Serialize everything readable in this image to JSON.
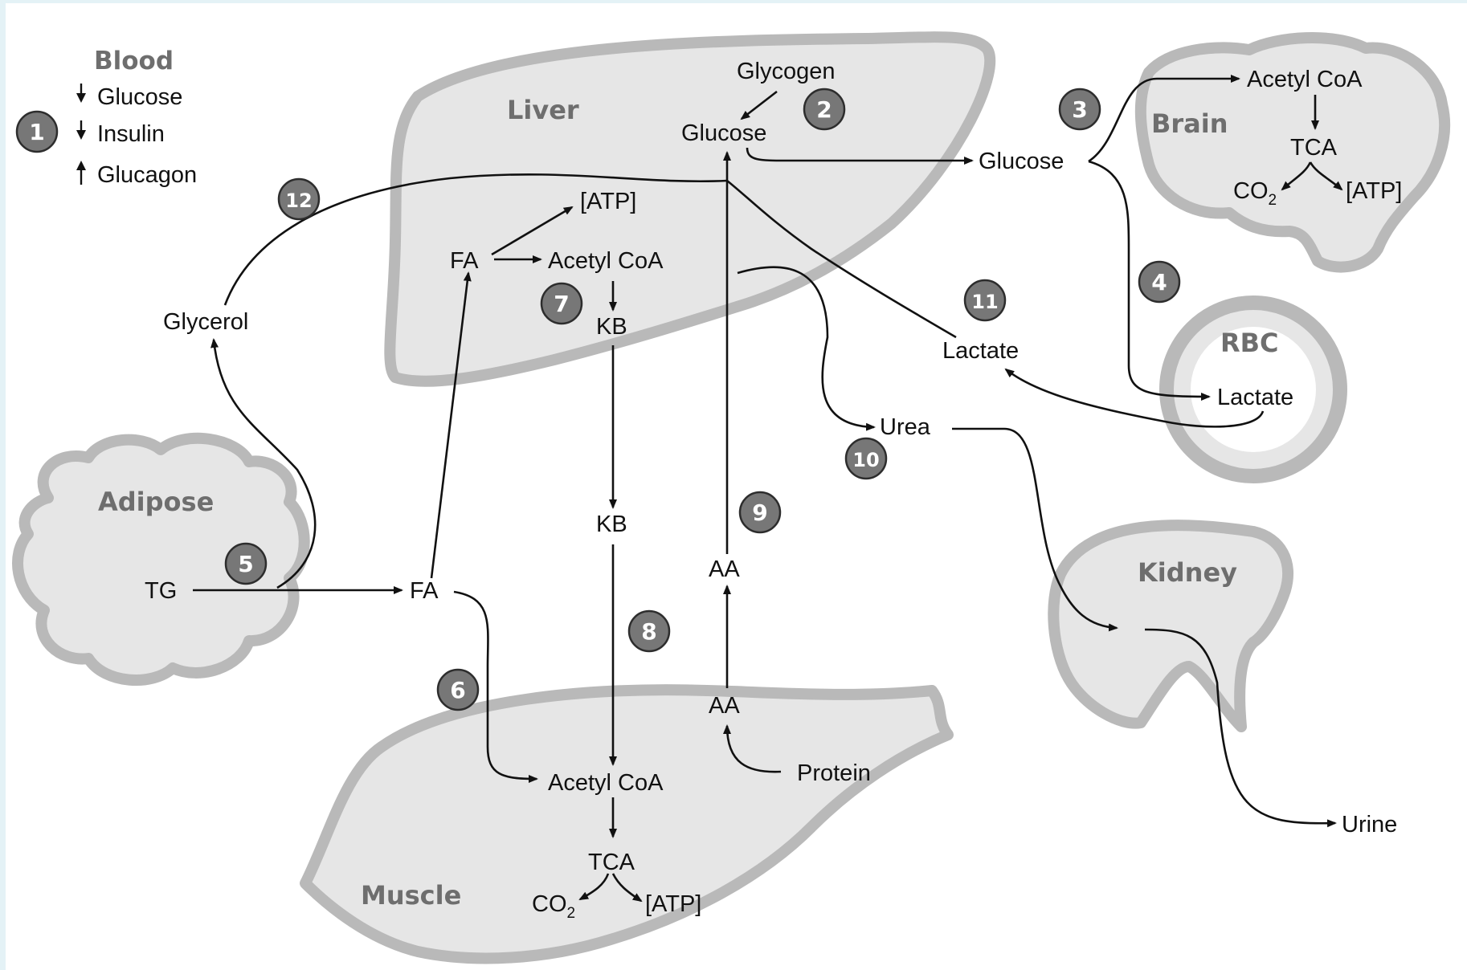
{
  "legend": {
    "heading": "Blood",
    "step": "1",
    "items": [
      "Glucose",
      "Insulin",
      "Glucagon"
    ]
  },
  "organs": {
    "liver": "Liver",
    "brain": "Brain",
    "rbc": "RBC",
    "adipose": "Adipose",
    "kidney": "Kidney",
    "muscle": "Muscle"
  },
  "labels": {
    "glycogen": "Glycogen",
    "liver_glucose": "Glucose",
    "liver_atp": "[ATP]",
    "liver_fa": "FA",
    "liver_acetyl": "Acetyl CoA",
    "liver_kb": "KB",
    "blood_glucose": "Glucose",
    "brain_acetyl": "Acetyl CoA",
    "brain_tca": "TCA",
    "brain_co2": "CO",
    "brain_co2_sub": "2",
    "brain_atp": "[ATP]",
    "lactate_blood": "Lactate",
    "rbc_lactate": "Lactate",
    "glycerol": "Glycerol",
    "urea": "Urea",
    "kb_blood": "KB",
    "tg": "TG",
    "fa_blood": "FA",
    "aa_blood": "AA",
    "aa_muscle": "AA",
    "protein": "Protein",
    "muscle_acetyl": "Acetyl CoA",
    "muscle_tca": "TCA",
    "muscle_co2": "CO",
    "muscle_co2_sub": "2",
    "muscle_atp": "[ATP]",
    "urine": "Urine"
  },
  "steps": [
    "2",
    "3",
    "4",
    "5",
    "6",
    "7",
    "8",
    "9",
    "10",
    "11",
    "12"
  ]
}
